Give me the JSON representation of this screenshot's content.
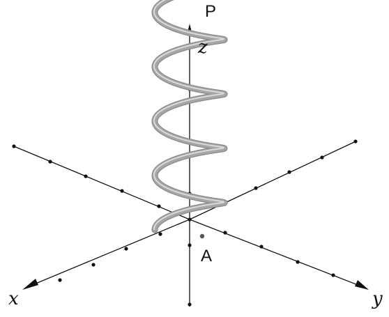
{
  "labels": {
    "x_axis": "x",
    "y_axis": "y",
    "z_axis": "z",
    "point_a": "A",
    "point_p": "P"
  },
  "colors": {
    "axis": "#111111",
    "helix": "#a6a6a6",
    "point_a": "#555555"
  }
}
